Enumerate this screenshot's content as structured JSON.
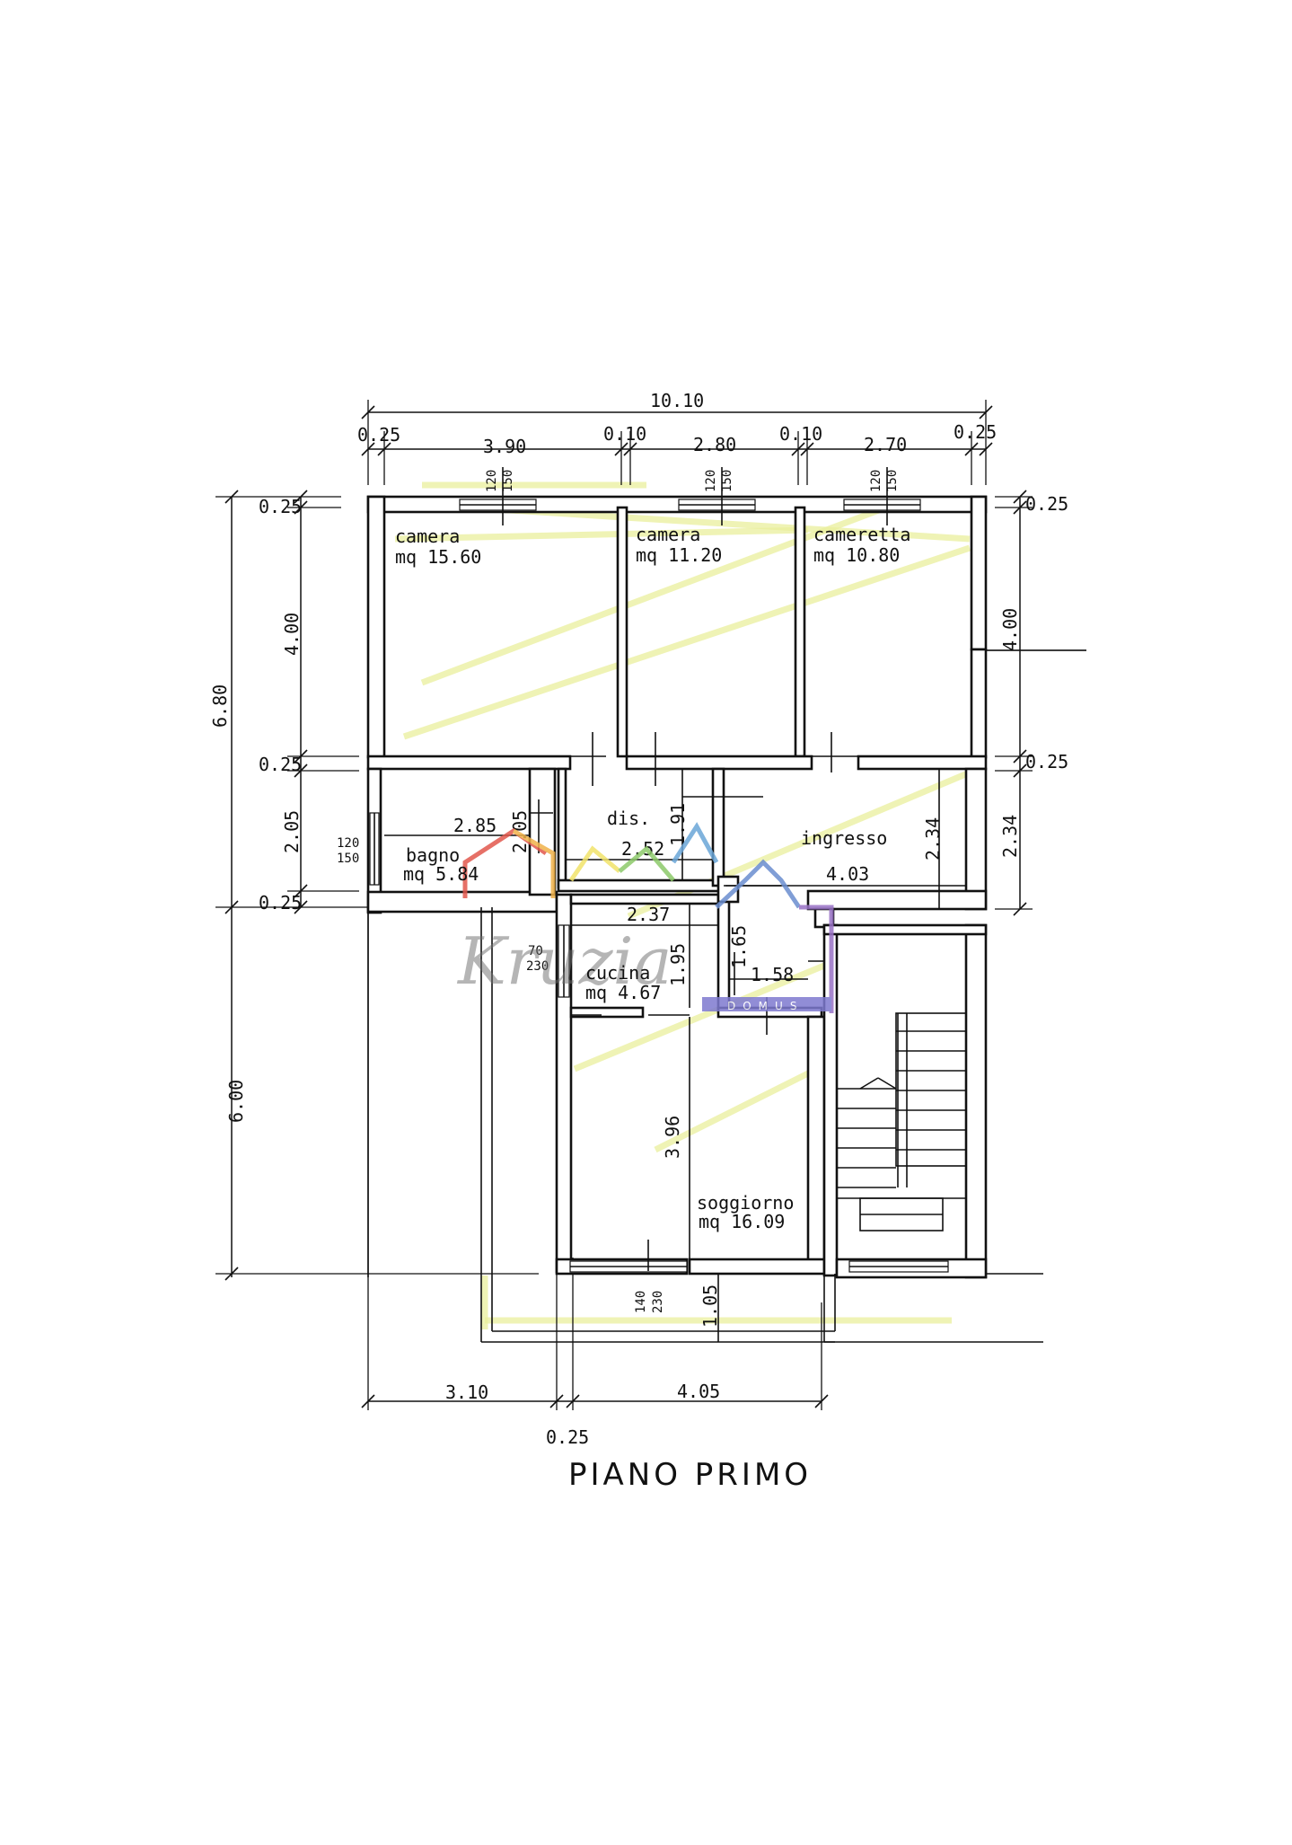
{
  "title": "PIANO PRIMO",
  "rooms": {
    "camera_1": {
      "name": "camera",
      "area": "mq  15.60"
    },
    "camera_2": {
      "name": "camera",
      "area": "mq  11.20"
    },
    "cameretta": {
      "name": "cameretta",
      "area": "mq  10.80"
    },
    "bagno": {
      "name": "bagno",
      "area": "mq  5.84"
    },
    "dis": {
      "name": "dis."
    },
    "ingresso": {
      "name": "ingresso"
    },
    "cucina": {
      "name": "cucina",
      "area": "mq  4.67"
    },
    "soggiorno": {
      "name": "soggiorno",
      "area": "mq  16.09"
    }
  },
  "dimensions": {
    "total_width": "10.10",
    "top_segments": [
      "0.25",
      "3.90",
      "0.10",
      "2.80",
      "0.10",
      "2.70",
      "0.25"
    ],
    "left_segments": [
      "0.25",
      "4.00",
      "0.25",
      "2.05",
      "0.25"
    ],
    "left_total": "6.80",
    "left_lower": "6.00",
    "right_segments": [
      "0.25",
      "4.00",
      "0.25",
      "2.34"
    ],
    "bottom_segments": [
      "3.10",
      "4.05"
    ],
    "bottom_offset": "0.25",
    "inner": {
      "bagno_width": "2.85",
      "bagno_height": "2.05",
      "dis_width": "2.52",
      "dis_height": "1.91",
      "ingresso_width": "4.03",
      "ingresso_height": "2.34",
      "cucina_width": "2.37",
      "cucina_height": "1.95",
      "hall_height": "1.65",
      "hall_width": "1.58",
      "soggiorno_height": "3.96",
      "balcony_depth": "1.05"
    }
  },
  "windows": {
    "top_1": [
      "120",
      "150"
    ],
    "top_2": [
      "120",
      "150"
    ],
    "top_3": [
      "120",
      "150"
    ],
    "bagno": [
      "120",
      "150"
    ],
    "cucina": [
      "70",
      "230"
    ],
    "soggiorno": [
      "140",
      "230"
    ]
  },
  "watermark": {
    "text": "Kruzia",
    "subtext": "DOMUS"
  }
}
